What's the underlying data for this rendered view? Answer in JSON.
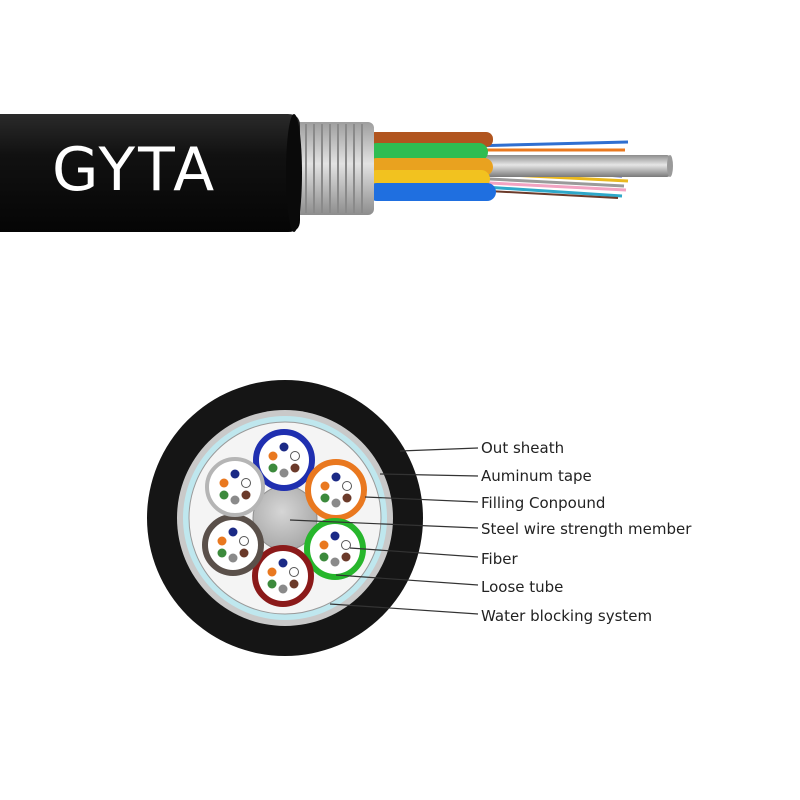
{
  "title": "GYTA",
  "labels": [
    "Out sheath",
    "Auminum tape",
    "Filling Conpound",
    "Steel wire strength member",
    "Fiber",
    "Loose tube",
    "Water blocking system"
  ],
  "colors": {
    "sheath": "#151515",
    "tape": "#c9c9c9",
    "water_block": "#bfe7ee",
    "core_fill": "#f4f4f4",
    "steel": "#bdbdbd",
    "tube_blue": "#1f2fb0",
    "tube_orange": "#e9781f",
    "tube_green": "#27b62c",
    "tube_red": "#8b1a1a",
    "tube_brown": "#5a504a",
    "tube_white": "#ffffff",
    "fiber_blue": "#1b2a86",
    "fiber_orange": "#e9781f",
    "fiber_green": "#3c8a3c",
    "fiber_brown": "#6b3a2a",
    "fiber_gray": "#8a8a8a",
    "fiber_white": "#ffffff"
  }
}
